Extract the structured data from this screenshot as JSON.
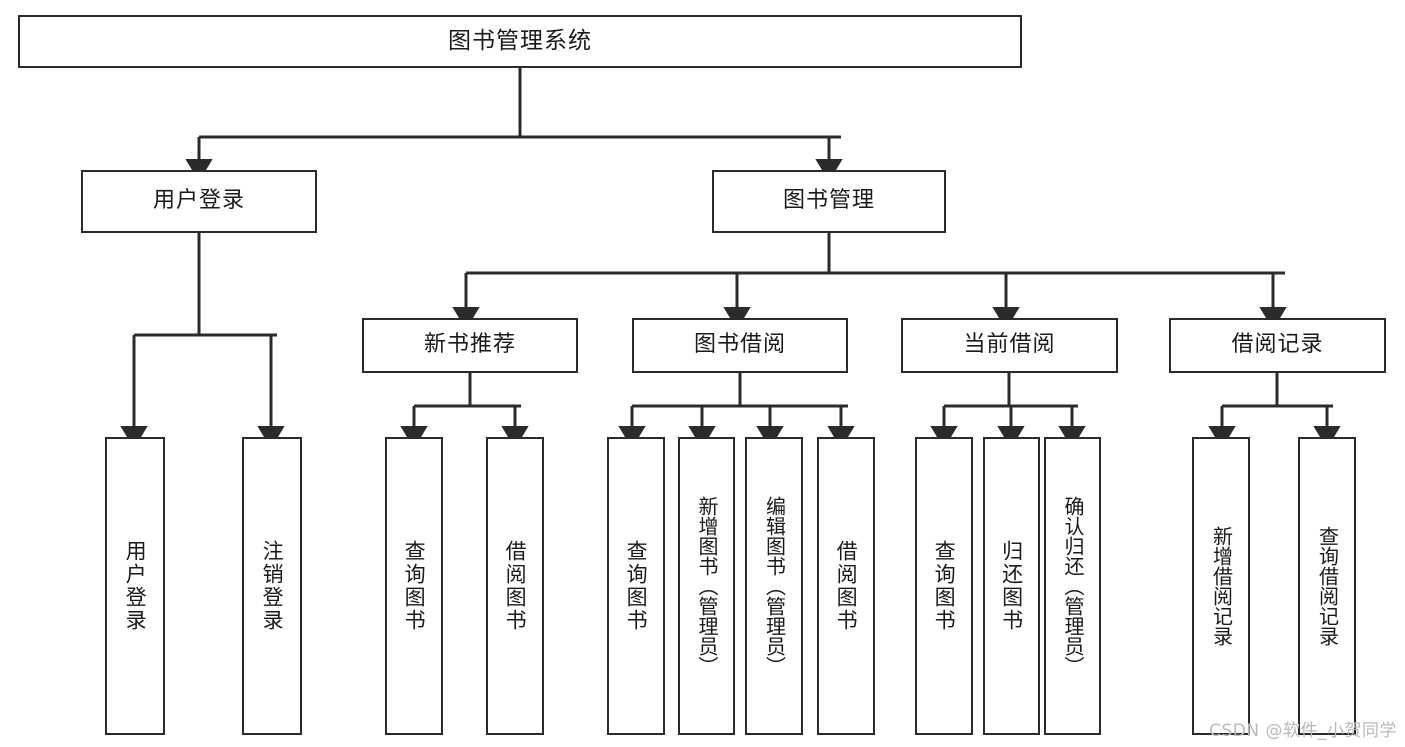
{
  "diagram": {
    "type": "tree-hierarchy-chart",
    "title": "图书管理系统",
    "root": {
      "label": "图书管理系统"
    },
    "level2": [
      {
        "id": "user-login",
        "label": "用户登录"
      },
      {
        "id": "book-manage",
        "label": "图书管理"
      }
    ],
    "level3": [
      {
        "id": "new-book-recommend",
        "label": "新书推荐",
        "parent": "book-manage"
      },
      {
        "id": "book-borrow",
        "label": "图书借阅",
        "parent": "book-manage"
      },
      {
        "id": "current-borrow",
        "label": "当前借阅",
        "parent": "book-manage"
      },
      {
        "id": "borrow-record",
        "label": "借阅记录",
        "parent": "book-manage"
      }
    ],
    "leaves": [
      {
        "id": "leaf-user-login",
        "label": "用户登录",
        "parent": "user-login"
      },
      {
        "id": "leaf-logout-login",
        "label": "注销登录",
        "parent": "user-login"
      },
      {
        "id": "leaf-query-book-1",
        "label": "查询图书",
        "parent": "new-book-recommend"
      },
      {
        "id": "leaf-borrow-book-1",
        "label": "借阅图书",
        "parent": "new-book-recommend"
      },
      {
        "id": "leaf-query-book-2",
        "label": "查询图书",
        "parent": "book-borrow"
      },
      {
        "id": "leaf-add-book",
        "label": "新增图书（管理员）",
        "parent": "book-borrow"
      },
      {
        "id": "leaf-edit-book",
        "label": "编辑图书（管理员）",
        "parent": "book-borrow"
      },
      {
        "id": "leaf-borrow-book-2",
        "label": "借阅图书",
        "parent": "book-borrow"
      },
      {
        "id": "leaf-query-book-3",
        "label": "查询图书",
        "parent": "current-borrow"
      },
      {
        "id": "leaf-return-book",
        "label": "归还图书",
        "parent": "current-borrow"
      },
      {
        "id": "leaf-confirm-return",
        "label": "确认归还（管理员）",
        "parent": "current-borrow"
      },
      {
        "id": "leaf-add-record",
        "label": "新增借阅记录",
        "parent": "borrow-record"
      },
      {
        "id": "leaf-query-record",
        "label": "查询借阅记录",
        "parent": "borrow-record"
      }
    ],
    "colors": {
      "box_border": "#2b2b2b",
      "box_fill": "#ffffff",
      "connector": "#2b2b2b",
      "text": "#1a1a1a",
      "watermark": "#b9b9b9"
    }
  },
  "watermark": {
    "text": "CSDN @软件_小贺同学"
  }
}
